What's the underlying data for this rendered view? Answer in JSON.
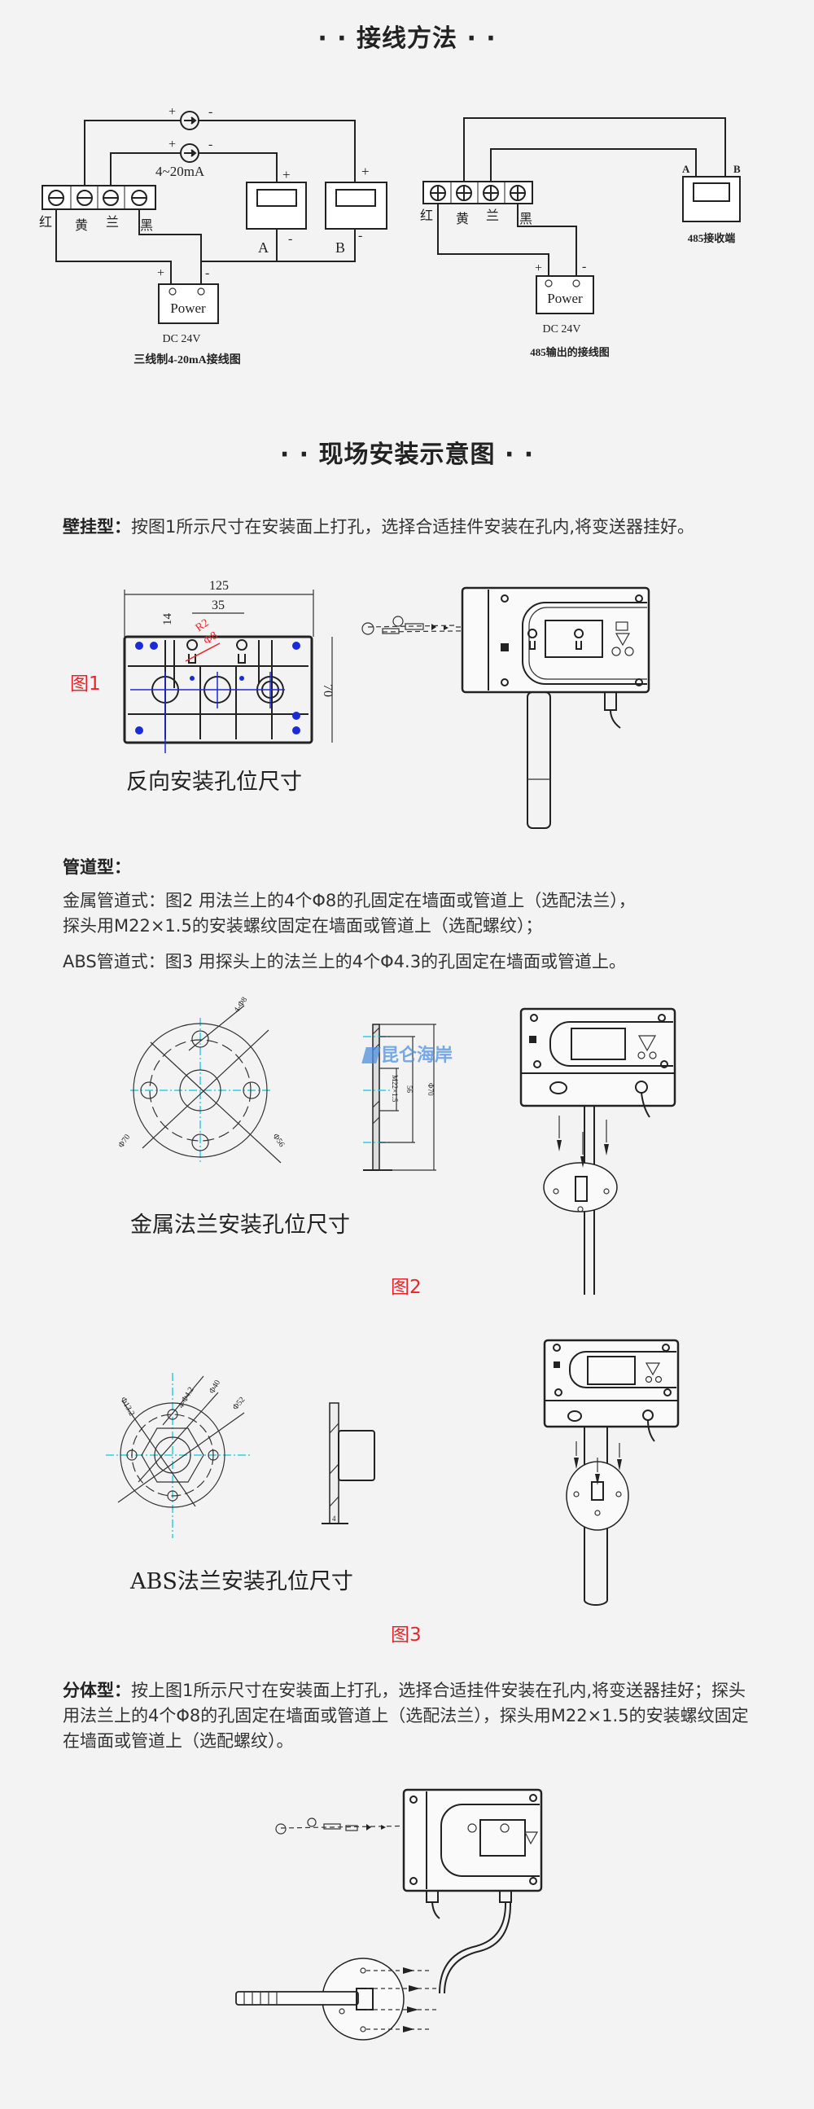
{
  "sections": {
    "wiring_title": "· · 接线方法 · ·",
    "install_title": "· · 现场安装示意图 · ·"
  },
  "wiring": {
    "plus": "+",
    "minus": "-",
    "terminals": [
      "红",
      "黄",
      "兰",
      "黑"
    ],
    "power": "Power",
    "dc": "DC 24V",
    "left": {
      "current_label": "4~20mA",
      "meter_a": "A",
      "meter_b": "B",
      "caption": "三线制4-20mA接线图"
    },
    "right": {
      "port_a": "A",
      "port_b": "B",
      "receiver": "485接收端",
      "caption": "485输出的接线图"
    }
  },
  "wall": {
    "label": "壁挂型：",
    "text": "按图1所示尺寸在安装面上打孔，选择合适挂件安装在孔内,将变送器挂好。"
  },
  "fig1": {
    "label": "图1",
    "caption": "反向安装孔位尺寸",
    "dims": {
      "width": "125",
      "spacing": "35",
      "offset": "14",
      "height": "70",
      "radius": "R2",
      "hole": "Φ8"
    }
  },
  "pipe": {
    "label": "管道型：",
    "metal_line1": "金属管道式：图2 用法兰上的4个Φ8的孔固定在墙面或管道上（选配法兰），",
    "metal_line2": "探头用M22×1.5的安装螺纹固定在墙面或管道上（选配螺纹）；",
    "abs_line": "ABS管道式：图3 用探头上的法兰上的4个Φ4.3的孔固定在墙面或管道上。"
  },
  "fig2": {
    "label": "图2",
    "caption": "金属法兰安装孔位尺寸",
    "dims": {
      "holes": "4-Φ8",
      "outer": "Φ70",
      "pitch": "Φ56",
      "thread": "M22×1.5",
      "side_pitch": "56",
      "side_outer": "Φ70"
    }
  },
  "watermark": {
    "text": "昆仑海岸"
  },
  "fig3": {
    "label": "图3",
    "caption": "ABS法兰安装孔位尺寸",
    "dims": {
      "inner": "Φ13.2",
      "holes": "4-Φ4.2",
      "pitch": "Φ40",
      "outer": "Φ52",
      "thickness": "4"
    }
  },
  "split": {
    "label": "分体型：",
    "text": "按上图1所示尺寸在安装面上打孔，选择合适挂件安装在孔内,将变送器挂好；探头用法兰上的4个Φ8的孔固定在墙面或管道上（选配法兰），探头用M22×1.5的安装螺纹固定在墙面或管道上（选配螺纹）。"
  }
}
